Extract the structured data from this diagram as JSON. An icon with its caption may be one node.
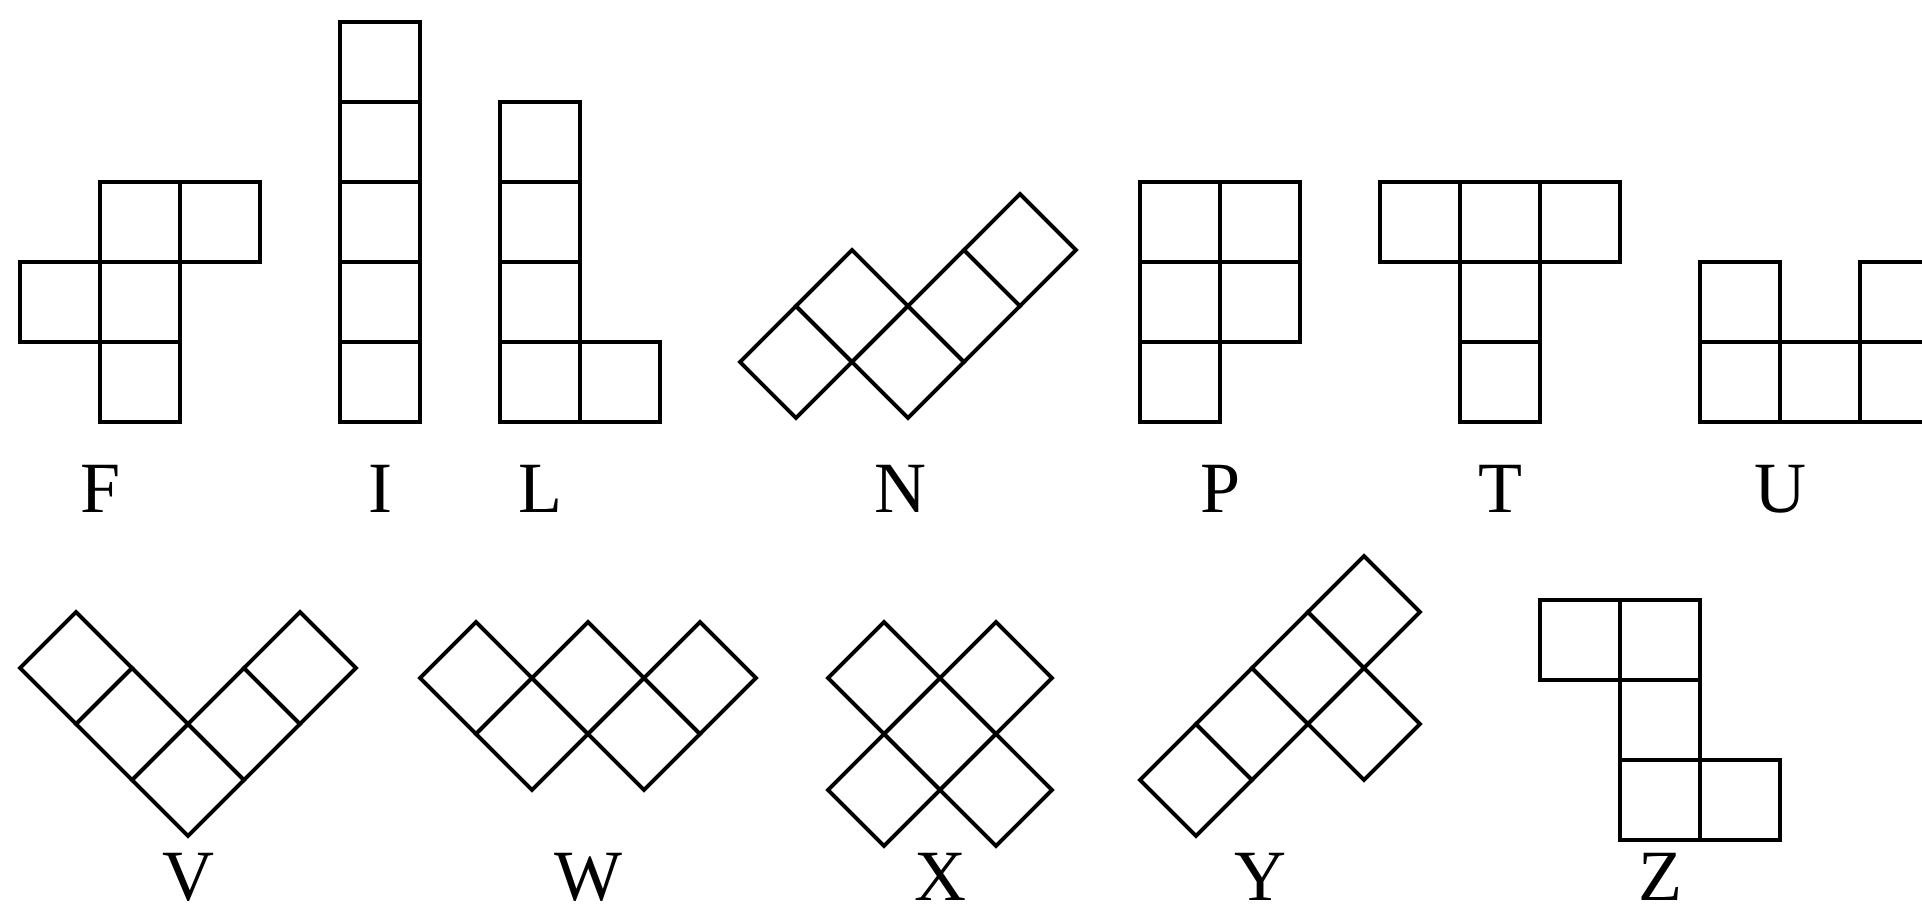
{
  "diagram": {
    "labels": [
      "F",
      "I",
      "L",
      "N",
      "P",
      "T",
      "U",
      "V",
      "W",
      "X",
      "Y",
      "Z"
    ]
  }
}
